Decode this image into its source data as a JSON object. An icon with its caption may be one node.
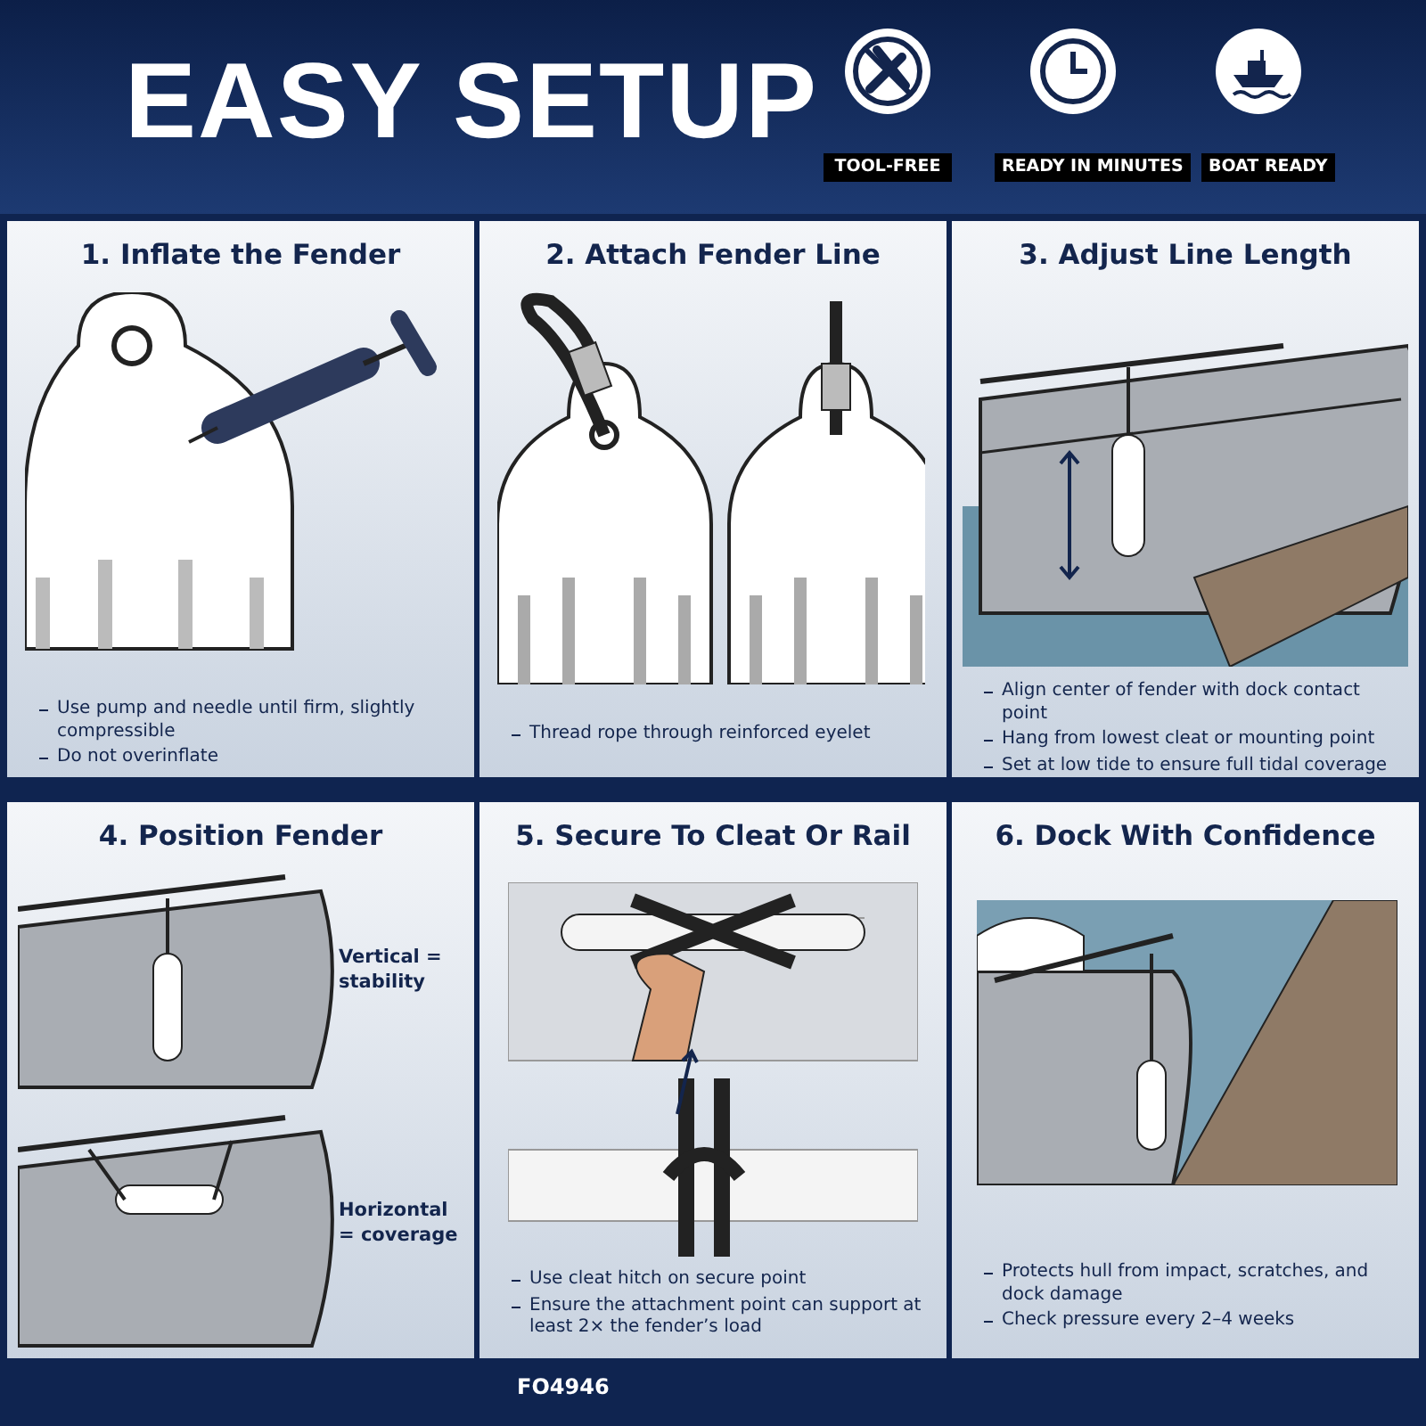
{
  "diagram": {
    "title": "EASY SETUP",
    "nodes": [
      {
        "text": [
          "1. Inflate the Fender",
          "Use pump and needle until firm, slightly compressible",
          "Do not overinflate"
        ]
      },
      {
        "text": [
          "2. Attach Fender Line",
          "Thread rope through reinforced eyelet"
        ]
      },
      {
        "text": [
          "3. Adjust Line Length",
          "Align center of fender with dock contact point",
          "Hang from lowest cleat or mounting point",
          "Set at low tide to ensure full tidal coverage"
        ]
      },
      {
        "text": [
          "4. Position Fender"
        ]
      },
      {
        "text": [
          "5. Secure To Cleat Or Rail",
          "Use cleat hitch on secure point",
          "Ensure the attachment point can support at least 2× the fender’s load"
        ]
      },
      {
        "text": [
          "6. Dock With Confidence",
          "Protects hull from impact, scratches, and dock damage",
          "Check pressure every 2–4 weeks"
        ]
      }
    ],
    "labels": [
      "TOOL-FREE",
      "READY IN MINUTES",
      "BOAT READY",
      "Vertical = stability",
      "Horizontal = coverage",
      "FO4946"
    ]
  }
}
